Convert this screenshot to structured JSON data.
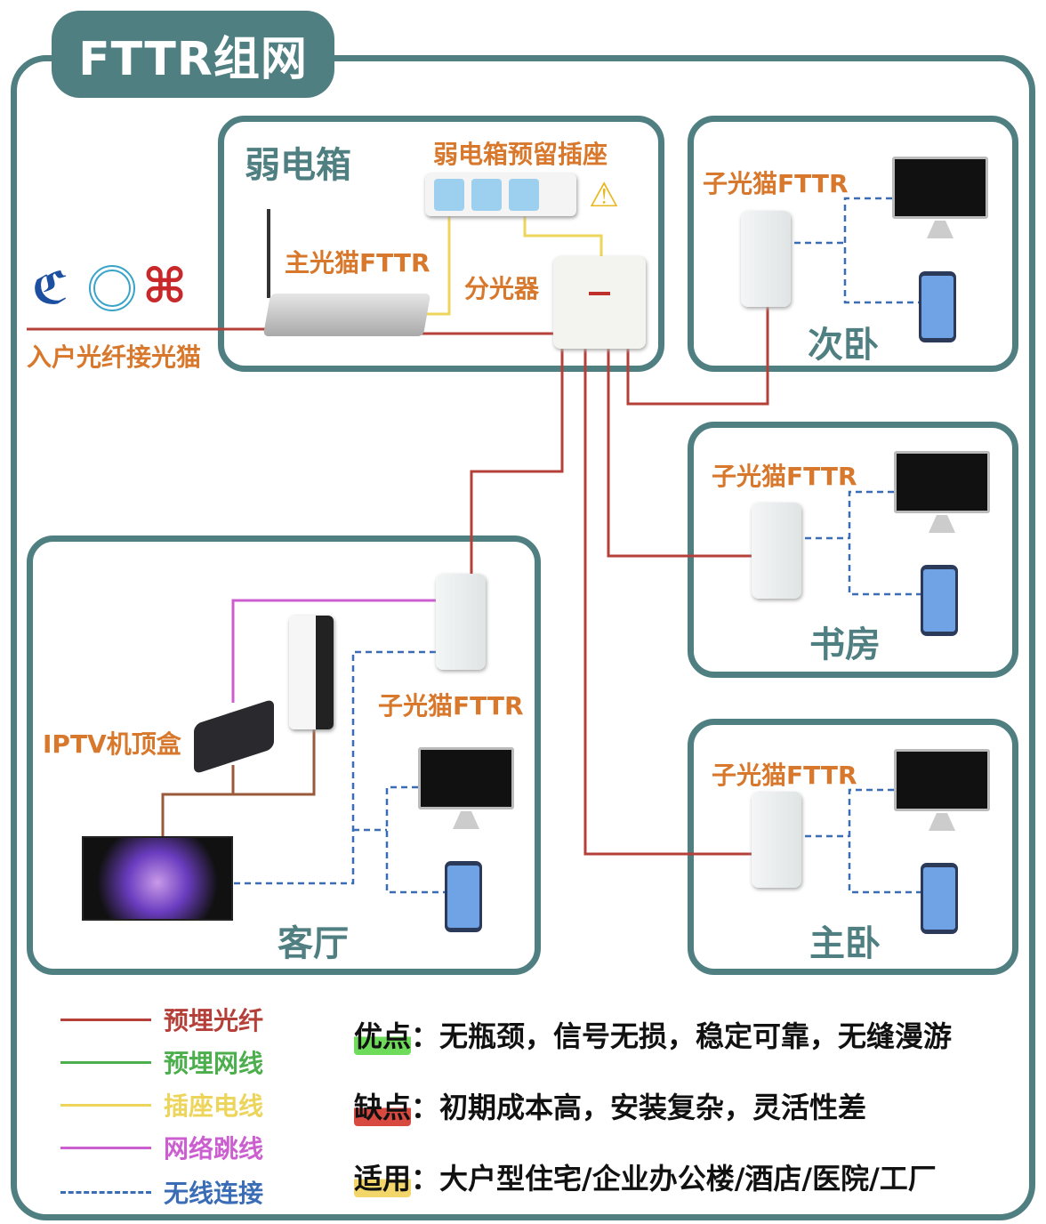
{
  "title": "FTTR组网",
  "cabinet": {
    "title": "弱电箱",
    "socket_label": "弱电箱预留插座",
    "main_modem": "主光猫FTTR",
    "splitter": "分光器"
  },
  "fiber_in": "入户光纤接光猫",
  "isps": [
    "china-telecom-logo",
    "china-mobile-logo",
    "china-unicom-logo"
  ],
  "rooms": {
    "second_bedroom": {
      "name": "次卧",
      "modem": "子光猫FTTR"
    },
    "study": {
      "name": "书房",
      "modem": "子光猫FTTR"
    },
    "master_bedroom": {
      "name": "主卧",
      "modem": "子光猫FTTR"
    },
    "living_room": {
      "name": "客厅",
      "modem": "子光猫FTTR",
      "stb": "IPTV机顶盒"
    }
  },
  "legend": [
    {
      "label": "预埋光纤",
      "color": "#b5403a",
      "dashed": false
    },
    {
      "label": "预埋网线",
      "color": "#4cae4c",
      "dashed": false
    },
    {
      "label": "插座电线",
      "color": "#ecd55a",
      "dashed": false
    },
    {
      "label": "网络跳线",
      "color": "#cc5fd0",
      "dashed": false
    },
    {
      "label": "无线连接",
      "color": "#3a6db5",
      "dashed": true
    }
  ],
  "notes": [
    {
      "key": "优点",
      "text": "：无瓶颈，信号无损，稳定可靠，无缝漫游",
      "color": "#6edc5a"
    },
    {
      "key": "缺点",
      "text": "：初期成本高，安装复杂，灵活性差",
      "color": "#d84a40"
    },
    {
      "key": "适用",
      "text": "：大户型住宅/企业办公楼/酒店/医院/工厂",
      "color": "#f2d66a"
    }
  ]
}
